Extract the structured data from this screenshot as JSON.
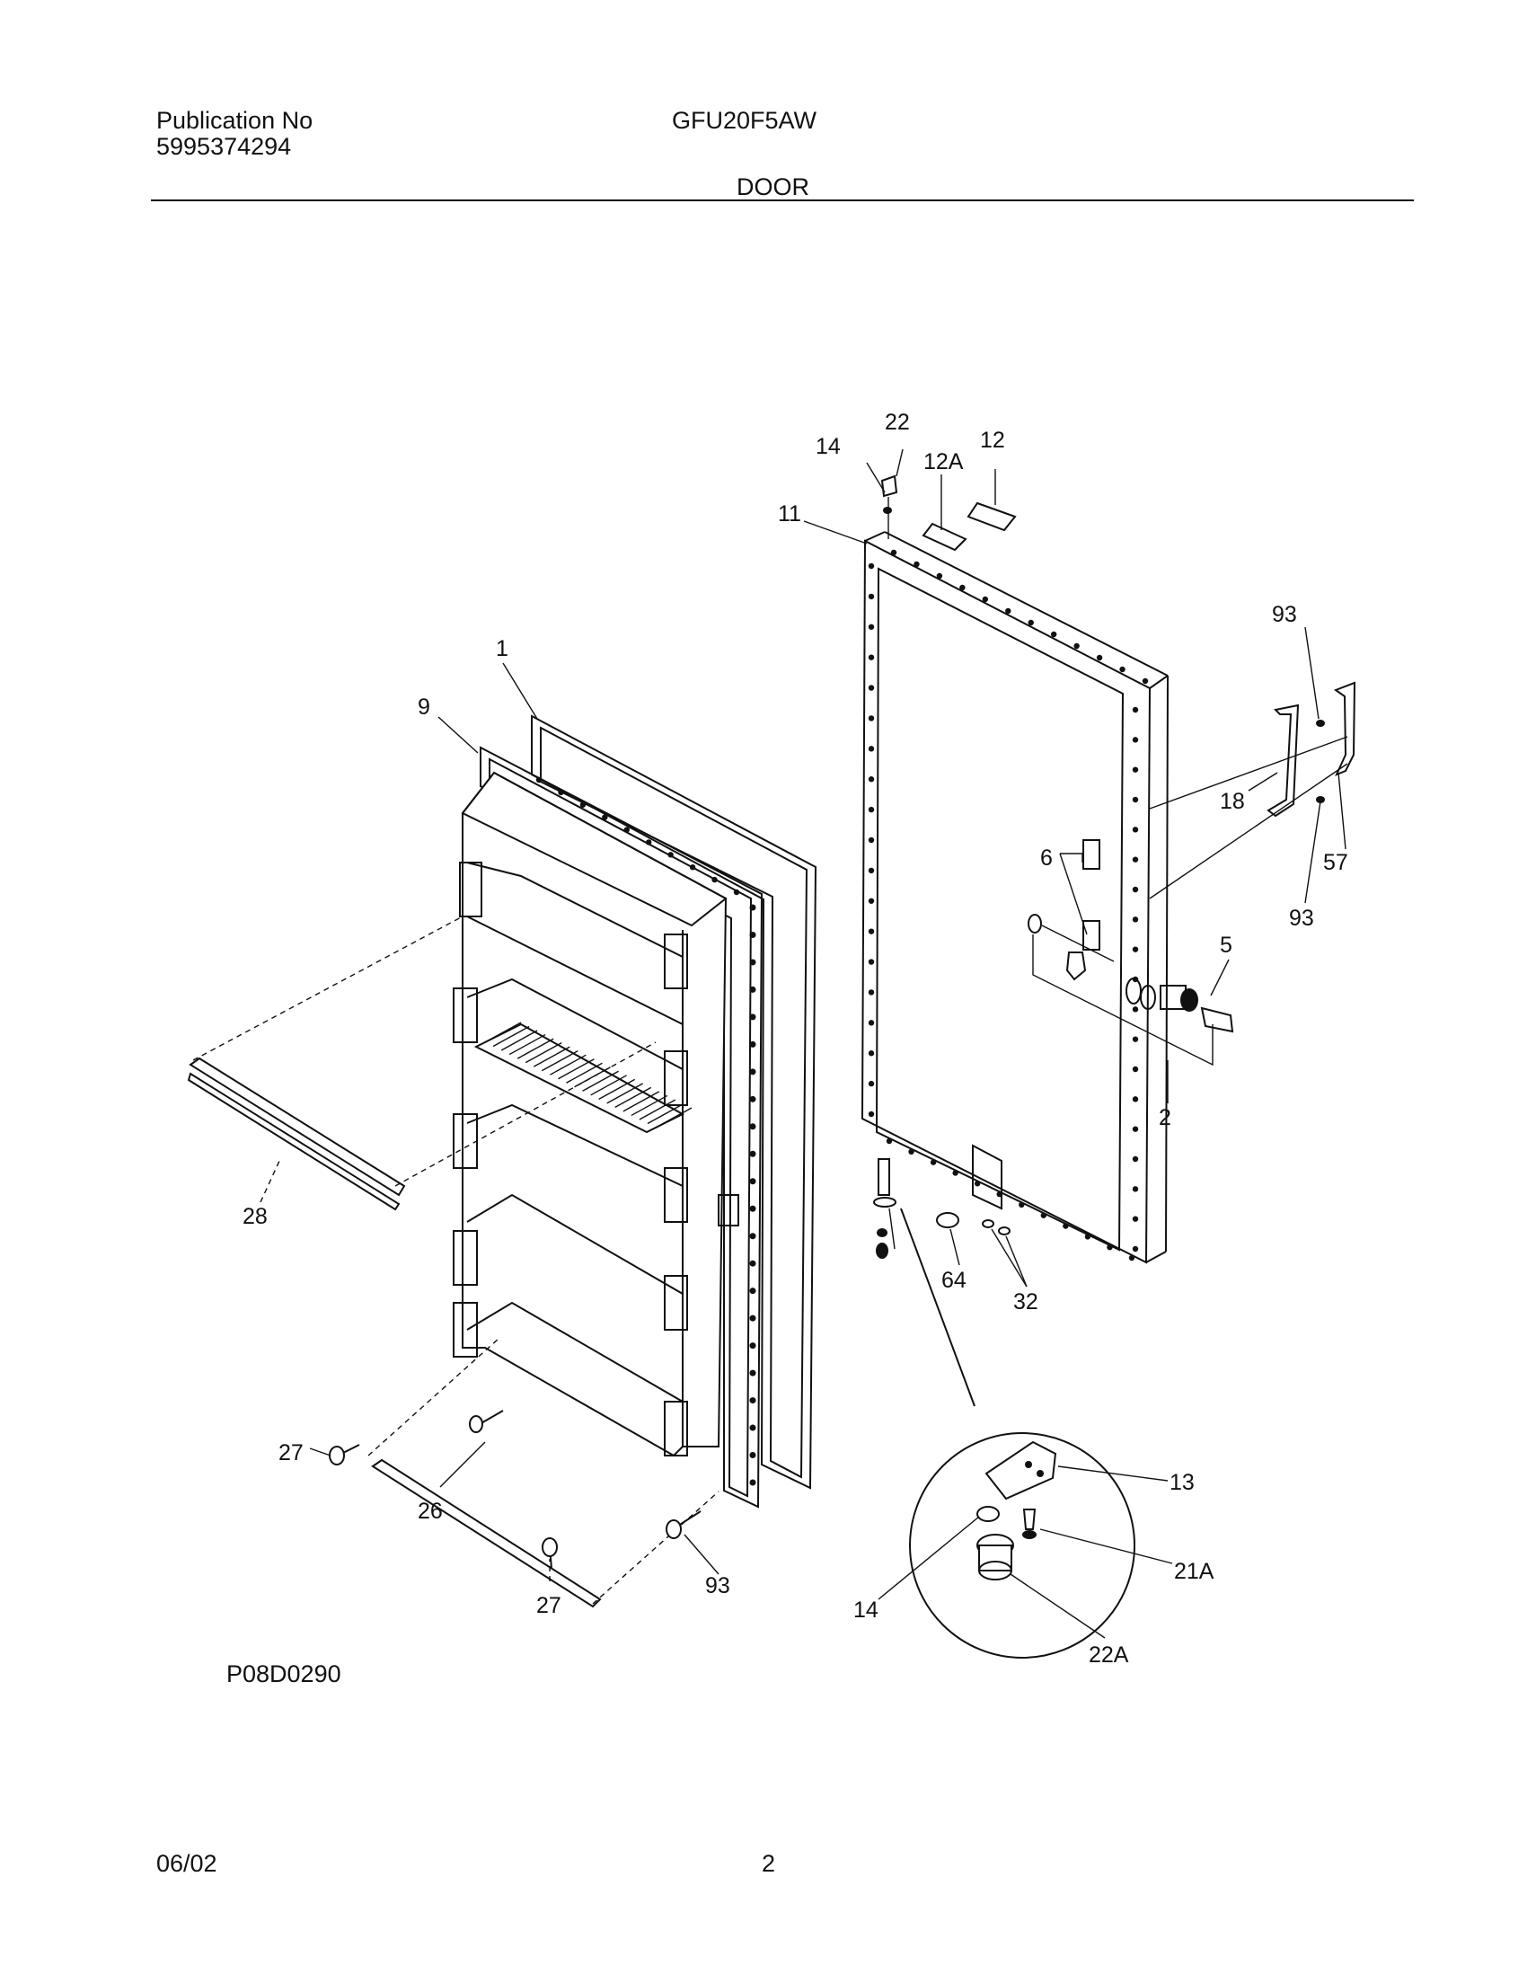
{
  "header": {
    "publication_label": "Publication No",
    "publication_number": "5995374294",
    "model": "GFU20F5AW",
    "section": "DOOR"
  },
  "diagram": {
    "drawing_id": "P08D0290",
    "callouts": {
      "c1": "1",
      "c9": "9",
      "c28": "28",
      "c27a": "27",
      "c26": "26",
      "c27b": "27",
      "c93a": "93",
      "c11": "11",
      "c14a": "14",
      "c22": "22",
      "c12a": "12A",
      "c12": "12",
      "c93b": "93",
      "c18": "18",
      "c57": "57",
      "c93c": "93",
      "c6": "6",
      "c5": "5",
      "c2": "2",
      "c64": "64",
      "c32": "32",
      "c13": "13",
      "c21a": "21A",
      "c14b": "14",
      "c22a": "22A"
    }
  },
  "footer": {
    "date": "06/02",
    "page": "2"
  }
}
